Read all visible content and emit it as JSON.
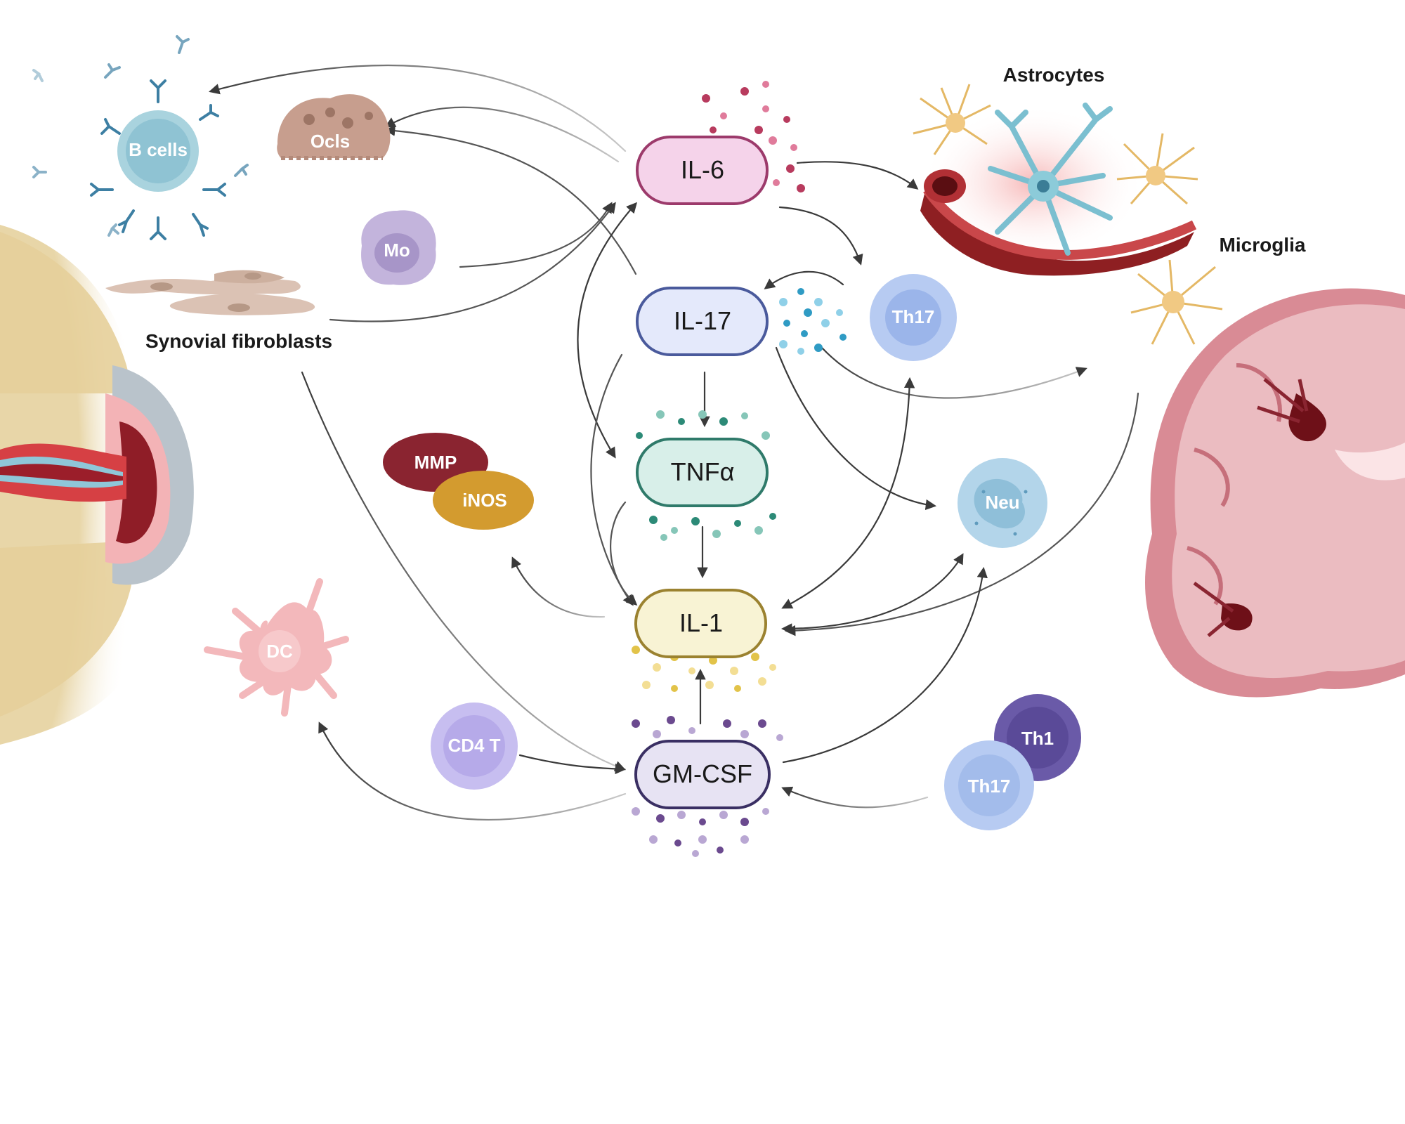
{
  "cytokines": {
    "il6": "IL-6",
    "il17": "IL-17",
    "tnfa": "TNFα",
    "il1": "IL-1",
    "gmcsf": "GM-CSF"
  },
  "cells": {
    "b_cells": "B cells",
    "ocls": "Ocls",
    "mo": "Mo",
    "th17_top": "Th17",
    "neu": "Neu",
    "dc": "DC",
    "cd4t": "CD4 T",
    "th1": "Th1",
    "th17_bottom": "Th17"
  },
  "enzymes": {
    "mmp": "MMP",
    "inos": "iNOS"
  },
  "labels": {
    "synovial_fibroblasts": "Synovial fibroblasts",
    "astrocytes": "Astrocytes",
    "microglia": "Microglia"
  },
  "colors": {
    "il6": "#f5d3ea",
    "il6_border": "#9c3a6b",
    "il17": "#e4e9fb",
    "il17_border": "#4a5a9c",
    "tnfa": "#d8efe9",
    "tnfa_border": "#2f7a6a",
    "il1": "#f8f3d4",
    "il1_border": "#9b8230",
    "gmcsf": "#e7e3f3",
    "gmcsf_border": "#3a2f63"
  }
}
